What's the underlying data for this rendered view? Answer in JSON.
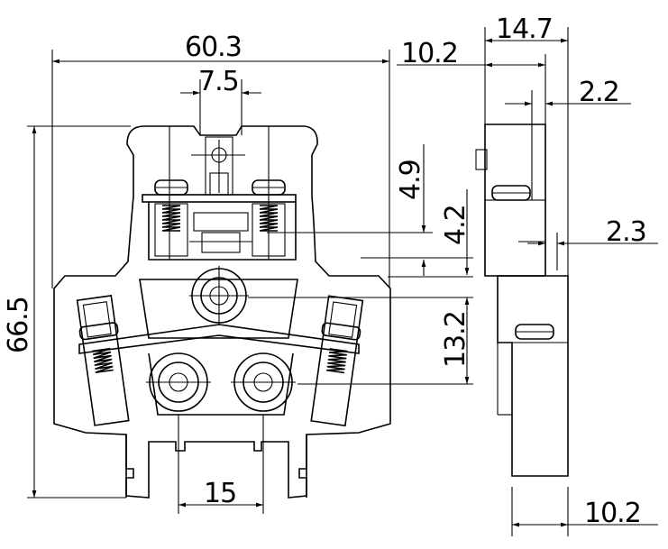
{
  "drawing": {
    "dimensions": {
      "width_overall": "60.3",
      "height_overall": "66.5",
      "top_slot_width": "7.5",
      "bottom_pitch": "15",
      "dim_4_9": "4.9",
      "dim_4_2": "4.2",
      "dim_13_2": "13.2",
      "side_width": "14.7",
      "side_depth": "10.2",
      "side_offset_top": "2.2",
      "side_offset_mid": "2.3",
      "side_bottom_width": "10.2"
    },
    "line_color": "#000000",
    "background_color": "#ffffff"
  }
}
